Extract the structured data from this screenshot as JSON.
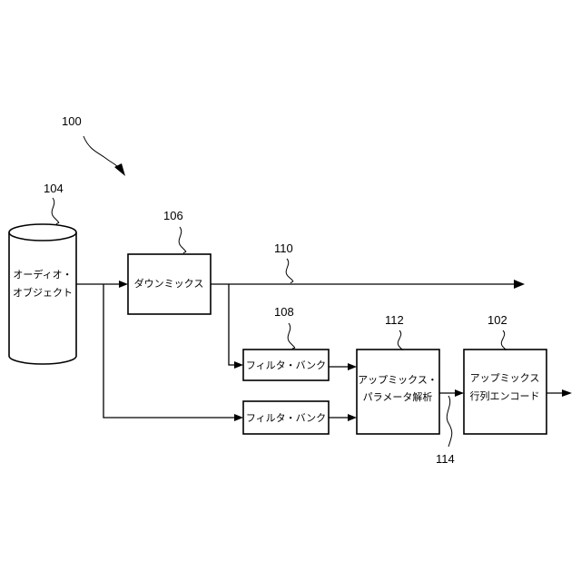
{
  "figure": {
    "ref_system": "100",
    "ref_source": "104",
    "ref_downmix": "106",
    "ref_downmix_out": "110",
    "ref_filterbank": "108",
    "ref_analysis": "112",
    "ref_encoder": "102",
    "ref_param_out": "114"
  },
  "blocks": {
    "source_line1": "オーディオ・",
    "source_line2": "オブジェクト",
    "downmix": "ダウンミックス",
    "filterbank_1": "フィルタ・バンク",
    "filterbank_2": "フィルタ・バンク",
    "analysis_line1": "アップミックス・",
    "analysis_line2": "パラメータ解析",
    "encoder_line1": "アップミックス",
    "encoder_line2": "行列エンコード"
  }
}
